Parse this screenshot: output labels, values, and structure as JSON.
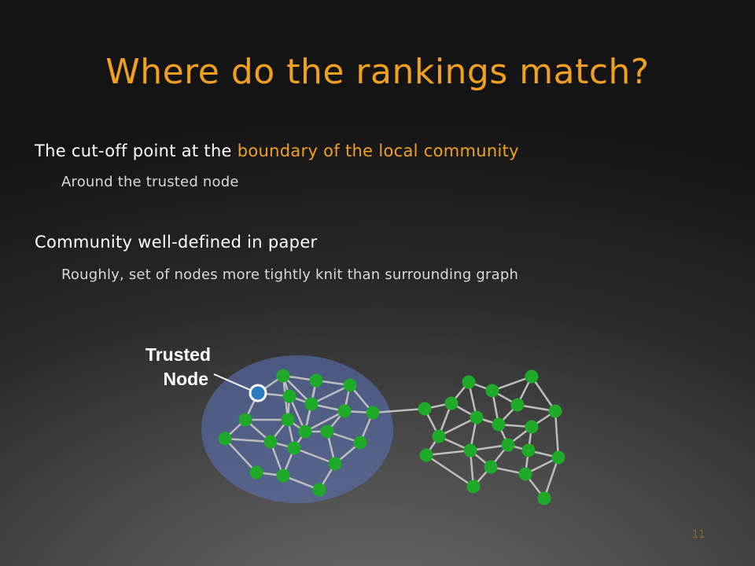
{
  "slide": {
    "title": "Where do the rankings match?",
    "bullets": [
      {
        "text_before": "The cut-off point at the ",
        "highlight": "boundary of the local community",
        "sub": "Around the trusted node"
      },
      {
        "text_before": "Community well-defined in paper",
        "sub": "Roughly, set of nodes more tightly knit than surrounding graph"
      }
    ],
    "figure": {
      "label_line1": "Trusted",
      "label_line2": "Node"
    },
    "page_number": "11"
  },
  "colors": {
    "title": "#f0a020",
    "highlight": "#f0a020",
    "node": "#1faa2a",
    "trusted_node": "#2b7bbf",
    "edge": "#bdbdbd",
    "community": "#5a6fb0"
  }
}
